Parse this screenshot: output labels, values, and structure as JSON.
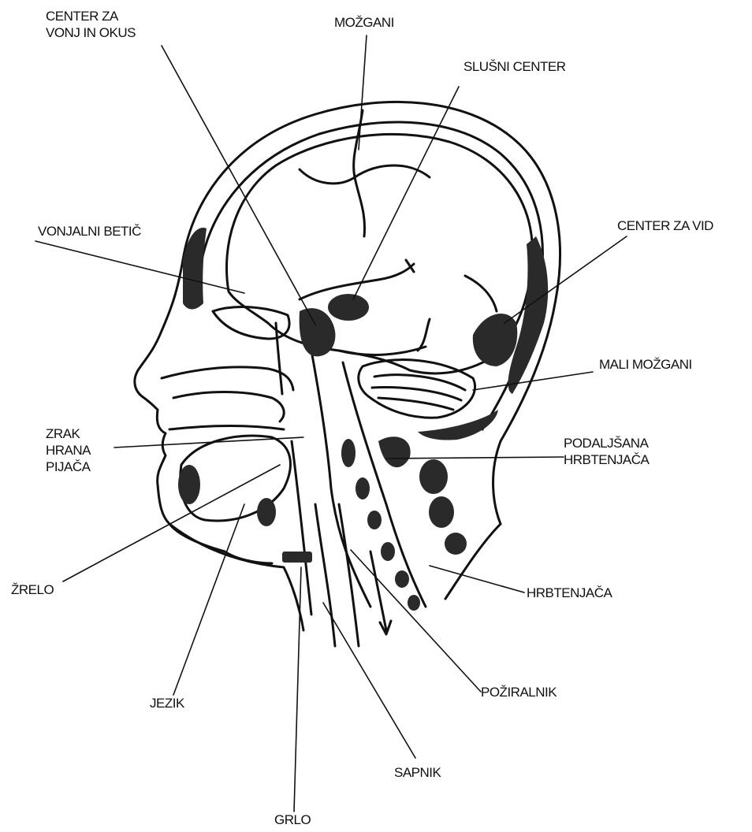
{
  "labels": {
    "center_smell_taste": [
      "CENTER ZA",
      "VONJ IN OKUS"
    ],
    "brain": "MOŽGANI",
    "hearing_center": "SLUŠNI CENTER",
    "olfactory_bulb": "VONJALNI BETIČ",
    "vision_center": "CENTER ZA VID",
    "cerebellum": "MALI MOŽGANI",
    "air_food_drink": [
      "ZRAK",
      "HRANA",
      "PIJAČA"
    ],
    "medulla": [
      "PODALJŠANA",
      "HRBTENJAČA"
    ],
    "pharynx": "ŽRELO",
    "spinal_cord": "HRBTENJAČA",
    "tongue": "JEZIK",
    "esophagus": "POŽIRALNIK",
    "trachea": "SAPNIK",
    "throat": "GRLO"
  },
  "colors": {
    "ink": "#111111",
    "shade": "#2a2a2a",
    "paper": "#ffffff"
  }
}
